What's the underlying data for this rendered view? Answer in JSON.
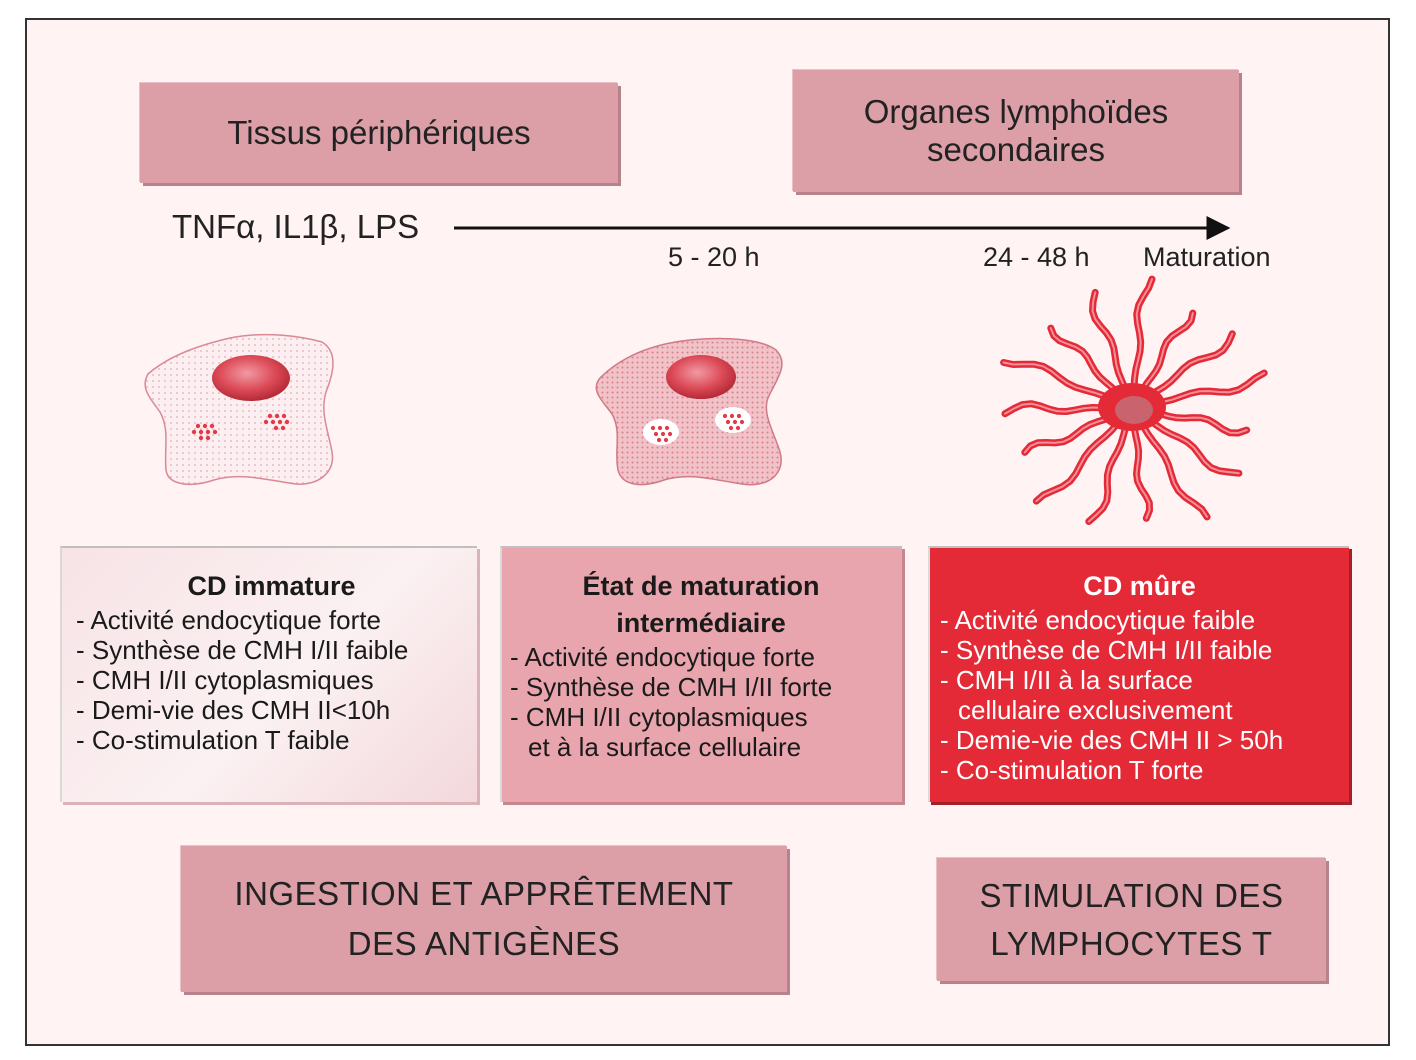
{
  "top_left_box": "Tissus périphériques",
  "top_right_box": [
    "Organes lymphoïdes",
    "secondaires"
  ],
  "stimuli": "TNFα, IL1β, LPS",
  "time_intermediate": "5 - 20 h",
  "time_mature": "24 - 48 h",
  "maturation_label": "Maturation",
  "panels": [
    {
      "title": [
        "CD immature"
      ],
      "items": [
        "- Activité endocytique forte",
        "- Synthèse de CMH I/II faible",
        "- CMH I/II cytoplasmiques",
        "- Demi-vie des CMH II<10h",
        "- Co-stimulation T faible"
      ]
    },
    {
      "title": [
        "État de maturation",
        "intermédiaire"
      ],
      "items": [
        "- Activité endocytique forte",
        "- Synthèse de CMH I/II forte",
        "- CMH I/II cytoplasmiques",
        "et à la surface cellulaire"
      ]
    },
    {
      "title": [
        "CD mûre"
      ],
      "items": [
        "- Activité endocytique faible",
        "- Synthèse de CMH I/II faible",
        "- CMH I/II à la surface",
        "cellulaire exclusivement",
        "- Demie-vie des CMH II > 50h",
        "- Co-stimulation T forte"
      ]
    }
  ],
  "bottom_left_box": [
    "INGESTION ET APPRÊTEMENT",
    "DES ANTIGÈNES"
  ],
  "bottom_right_box": [
    "STIMULATION DES",
    "LYMPHOCYTES T"
  ],
  "colors": {
    "box_pink": "#dc9ea7",
    "mature_red": "#e52a37",
    "intermediate_pink": "#e9a5ad",
    "immature_pale": "#f7e3e6"
  }
}
